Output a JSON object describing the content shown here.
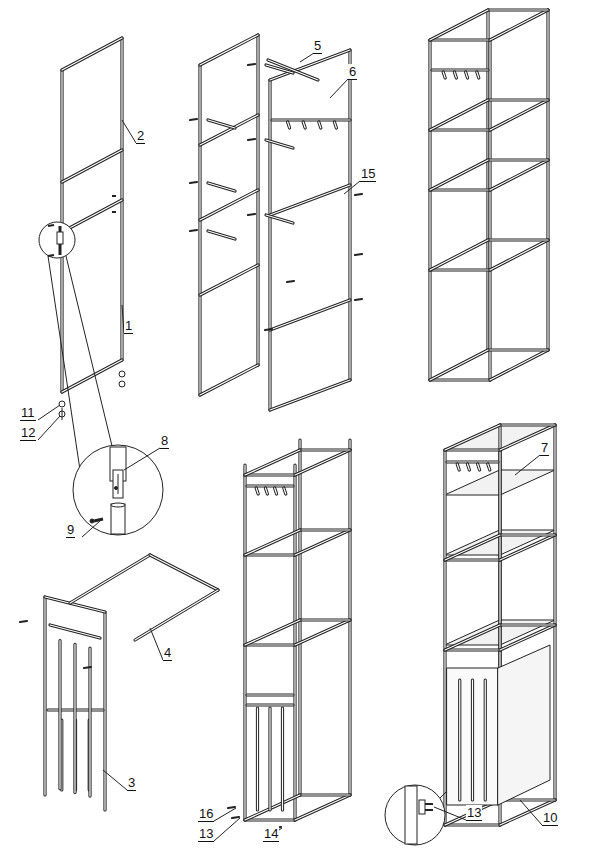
{
  "diagram": {
    "labels": [
      "5",
      "6",
      "2",
      "15",
      "1",
      "11",
      "12",
      "8",
      "9",
      "7",
      "4",
      "3",
      "16",
      "13",
      "14",
      "13",
      "10"
    ]
  }
}
